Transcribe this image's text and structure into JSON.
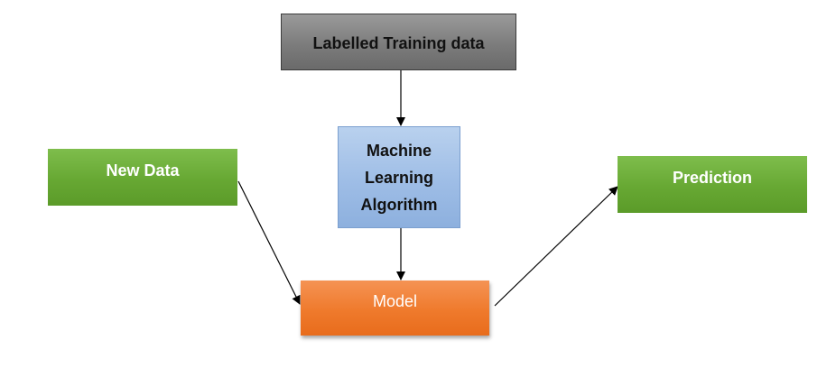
{
  "nodes": {
    "training": {
      "label": "Labelled Training data"
    },
    "algorithm": {
      "lines": [
        "Machine",
        "Learning",
        "Algorithm"
      ]
    },
    "new_data": {
      "label": "New Data"
    },
    "model": {
      "label": "Model"
    },
    "prediction": {
      "label": "Prediction"
    }
  },
  "colors": {
    "training_fill": "#7c7c7c",
    "algorithm_fill": "#9ebde6",
    "new_data_fill": "#67a833",
    "prediction_fill": "#67a833",
    "model_fill": "#ef7a2c",
    "arrow": "#000000"
  }
}
